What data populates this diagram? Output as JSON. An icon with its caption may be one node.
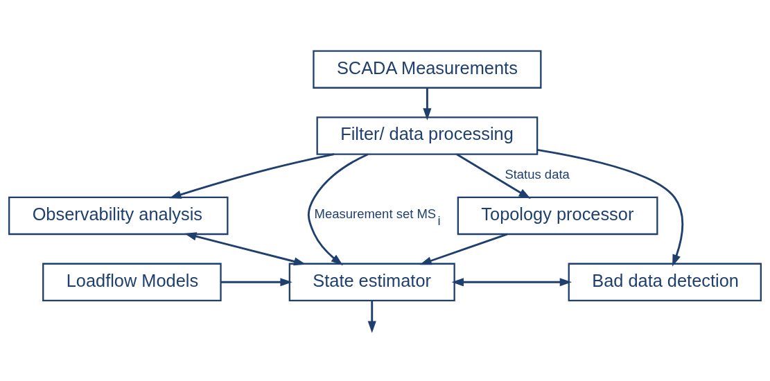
{
  "diagram": {
    "nodes": [
      {
        "text": [
          "SCADA Measurements"
        ]
      },
      {
        "text": [
          "Filter/ data processing"
        ]
      },
      {
        "text": [
          "Observability analysis"
        ]
      },
      {
        "text": [
          "Bad data detection"
        ]
      },
      {
        "text": [
          "State estimator"
        ]
      },
      {
        "text": [
          "Topology processor"
        ]
      },
      {
        "text": [
          "Loadflow Models"
        ]
      }
    ],
    "edges": [
      {
        "from": 0,
        "to": 1,
        "arrow": "to"
      },
      {
        "from": 1,
        "to": 2,
        "arrow": "to"
      },
      {
        "from": 1,
        "to": 3,
        "arrow": "to"
      },
      {
        "from": 1,
        "to": 4,
        "arrow": "to",
        "label": "Measurement set MS$_{i}$"
      },
      {
        "from": 1,
        "to": 5,
        "arrow": "to",
        "label": "Status data"
      },
      {
        "from": 4,
        "to": 2,
        "arrow": "both"
      },
      {
        "from": 4,
        "to": 3,
        "arrow": "both"
      },
      {
        "from": 5,
        "to": 4,
        "arrow": "to"
      },
      {
        "from": 6,
        "to": 4,
        "arrow": "to"
      },
      {
        "from": 4,
        "to": null,
        "arrow": "to"
      }
    ]
  }
}
